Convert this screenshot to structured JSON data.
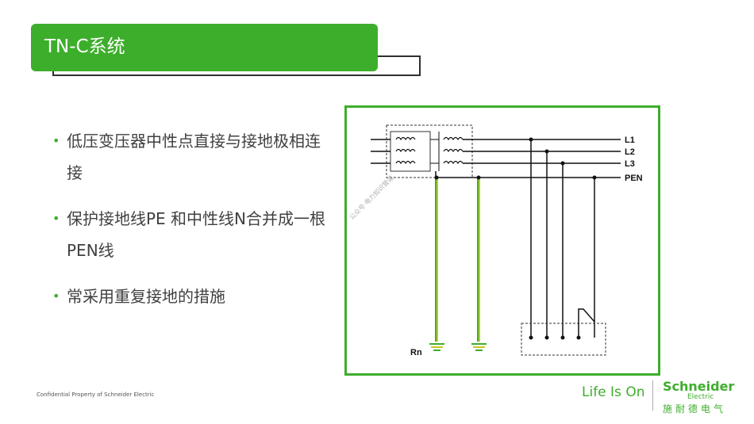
{
  "slide": {
    "title": "TN-C系统",
    "bullets": [
      "低压变压器中性点直接与接地极相连接",
      "保护接地线PE 和中性线N合并成一根PEN线",
      "常采用重复接地的措施"
    ]
  },
  "diagram": {
    "line_labels": [
      "L1",
      "L2",
      "L3",
      "PEN"
    ],
    "ground_label": "Rn",
    "watermark": "公众号·电力知识营课"
  },
  "footer": {
    "confidential": "Confidential Property of Schneider Electric",
    "tagline": "Life Is On",
    "brand": "Schneider",
    "brand_sub": "Electric",
    "brand_cn": "施耐德电气"
  },
  "colors": {
    "accent": "#3dae2b",
    "ground_wire": "#c9c61f",
    "text": "#404040"
  }
}
